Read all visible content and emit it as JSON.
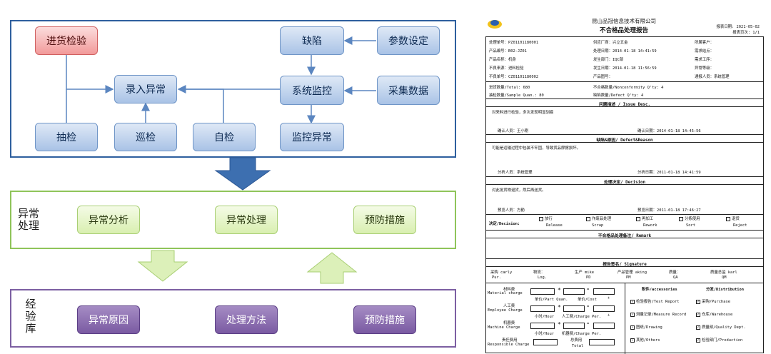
{
  "colors": {
    "blue_frame": "#2e5f9e",
    "green_frame": "#8fc45a",
    "purple_frame": "#7c5fa2",
    "arrow_blue": "#3d6fb0",
    "arrow_green": "#d9efb0"
  },
  "diagram": {
    "top": {
      "incoming_inspection": "进货检验",
      "record_exception": "录入异常",
      "defect": "缺陷",
      "parameter_setting": "参数设定",
      "system_monitoring": "系统监控",
      "collect_data": "采集数据",
      "monitoring_exception": "监控异常",
      "sampling": "抽检",
      "patrol": "巡检",
      "self_check": "自检"
    },
    "middle": {
      "side_label": "异常处理",
      "items": [
        "异常分析",
        "异常处理",
        "预防措施"
      ]
    },
    "bottom": {
      "side_label": "经验库",
      "items": [
        "异常原因",
        "处理方法",
        "预防措施"
      ]
    }
  },
  "document": {
    "company": "昆山品冠信息技术有限公司",
    "title": "不合格品处理报告",
    "report_date_label": "报表日期:",
    "report_date": "2021-05-02",
    "report_pages_label": "报表页次:",
    "report_pages": "1/1",
    "header_rows": [
      [
        "处理单号：PZ01101180001",
        "供应厂商：兴立五金",
        "所属客户："
      ],
      [
        "产品编号：B02-JZ01",
        "处理日期：2014-01-18 14:41:59",
        "需求结点："
      ],
      [
        "产品名称：机身",
        "发生部门：IQC部",
        "需求工序："
      ],
      [
        "不良来源：进料检验",
        "发生日期：2014-01-18 11:56:59",
        "异常等级："
      ],
      [
        "不良单号：CZ01101180002",
        "产品图号：",
        "通报人员：系统管理"
      ]
    ],
    "qty_rows": [
      [
        "进货数量/Total:  680",
        "不合格数量/Nonconformity Q'ty:  4"
      ],
      [
        "抽检数量/Sample Quan.:  80",
        "缺陷数量/Defect Q'ty:  4"
      ]
    ],
    "issue": {
      "header": "问题描述 / Issue Desc.",
      "text": "对来料进行检验，多次发现明显划痕",
      "person": "确认人员：王小刚",
      "date": "确认日期：2014-01-18 14:45:56"
    },
    "defect": {
      "header": "缺陷&原因/ Defect&Reason",
      "text": "可能是运输过程中包装不牢固，导致货品摩擦损坏。",
      "person": "分析人员：系统管理",
      "date": "分析日期：2011-01-18 14:41:59"
    },
    "decision": {
      "header": "处理决定/ Decision",
      "text": "对此批货物退货，然后再送货。",
      "person": "预览人员：方勤",
      "date": "预览日期：2011-01-18 17:46:27",
      "label": "决定/Decision:",
      "options": [
        {
          "cn": "放行",
          "en": "Release",
          "checked": false
        },
        {
          "cn": "作废品处理",
          "en": "Scrap",
          "checked": false
        },
        {
          "cn": "再加工",
          "en": "Rework",
          "checked": false
        },
        {
          "cn": "分拣使用",
          "en": "Sort",
          "checked": false
        },
        {
          "cn": "退货",
          "en": "Reject",
          "checked": false
        }
      ]
    },
    "remark_header": "不合格品处理备注/ Remark",
    "signature": {
      "header": "报告签名/ Signature",
      "roles_top": [
        "采购 carly",
        "物流：",
        "生产 mike",
        "产品管理 aking",
        "质量：",
        "质量总监 karl"
      ],
      "roles_bottom": [
        "Pur.",
        "Log.",
        "PD",
        "PM",
        "QA",
        "QM"
      ]
    },
    "cost": {
      "material": "材料费",
      "material_en": "Material charge",
      "unit_price": "单价/Part Quan.",
      "cost_label": "单价/Cost",
      "labor": "人工费",
      "labor_en": "Employee Charge",
      "hour": "小时/Hour",
      "labor_rate": "人工费/Charge Per.",
      "machine": "机器费",
      "machine_en": "Machine Charge",
      "machine_rate": "机器费/Charge Per.",
      "responsible": "责任费用",
      "responsible_en": "Responsible Charge",
      "total": "总费用",
      "total_en": "Total",
      "star": "*",
      "equal": "=",
      "plus": "+"
    },
    "accessories": {
      "header": "附件/accessories",
      "items": [
        "检验报告/Test Report",
        "测量记录/Measure Record",
        "图纸/Drawing",
        "其他/Others"
      ]
    },
    "distribution": {
      "header": "分发/Distribution",
      "items": [
        "采购/Purchase",
        "仓库/Warehouse",
        "质量部/Quality Dept.",
        "检验部门/Production"
      ]
    }
  }
}
